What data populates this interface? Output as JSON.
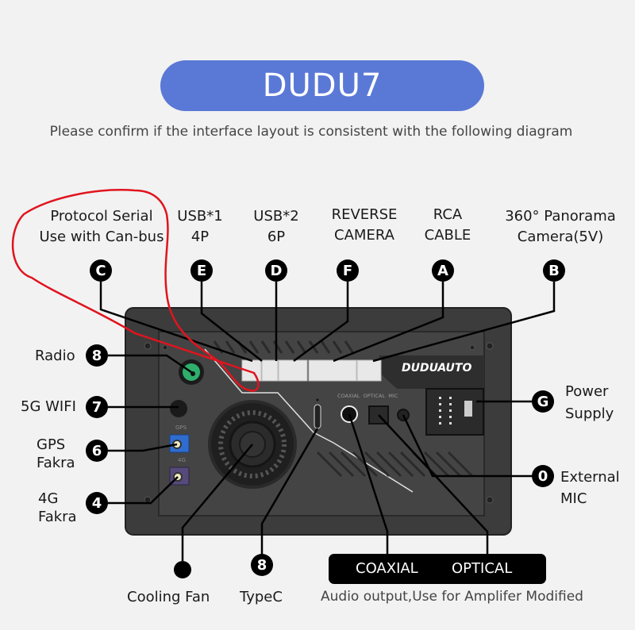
{
  "header": {
    "title": "DUDU7",
    "subtitle": "Please confirm if the interface layout is consistent with the following diagram"
  },
  "device": {
    "brand": "DUDUAUTO",
    "port_print_labels": "COAXIAL  OPTICAL  MIC",
    "gps_print": "GPS",
    "lte_print": "4G"
  },
  "top_ports": [
    {
      "badge": "C",
      "line1": "Protocol Serial",
      "line2": "Use with Can-bus"
    },
    {
      "badge": "E",
      "line1": "USB*1",
      "line2": "4P"
    },
    {
      "badge": "D",
      "line1": "USB*2",
      "line2": "6P"
    },
    {
      "badge": "F",
      "line1": "REVERSE",
      "line2": "CAMERA"
    },
    {
      "badge": "A",
      "line1": "RCA",
      "line2": "CABLE"
    },
    {
      "badge": "B",
      "line1": "360° Panorama",
      "line2": "Camera(5V)"
    }
  ],
  "left_ports": [
    {
      "badge": "8",
      "line1": "Radio",
      "line2": ""
    },
    {
      "badge": "7",
      "line1": "5G WIFI",
      "line2": ""
    },
    {
      "badge": "6",
      "line1": "GPS",
      "line2": "Fakra"
    },
    {
      "badge": "4",
      "line1": "4G",
      "line2": "Fakra"
    }
  ],
  "right_ports": [
    {
      "badge": "G",
      "line1": "Power",
      "line2": "Supply"
    },
    {
      "badge": "0",
      "line1": "External",
      "line2": "MIC"
    }
  ],
  "bottom_ports": [
    {
      "badge": "",
      "label": "Cooling Fan"
    },
    {
      "badge": "8",
      "label": "TypeC"
    }
  ],
  "audio": {
    "coaxial": "COAXIAL",
    "optical": "OPTICAL",
    "caption": "Audio output,Use for Amplifer Modified"
  },
  "colors": {
    "accent": "#5a79d6",
    "annotation_red": "#e0141e",
    "device_body": "#3a3a3a",
    "radio_green": "#2fae6c",
    "gps_blue": "#2f6cd0",
    "lte_purple": "#564a7a"
  }
}
